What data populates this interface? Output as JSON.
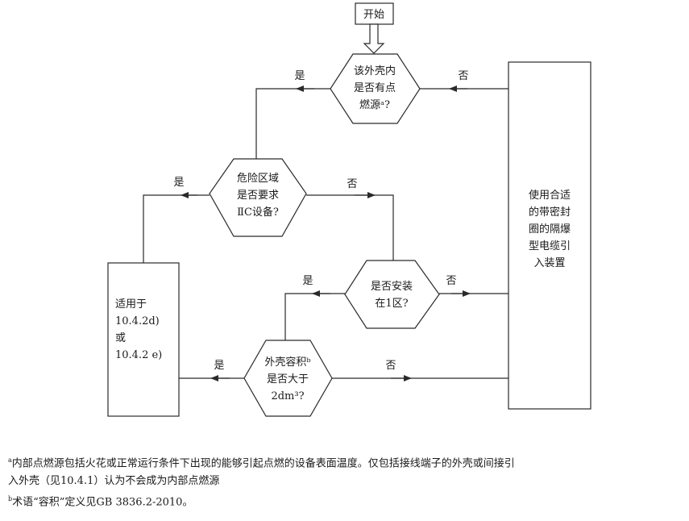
{
  "diagram": {
    "start": "开始",
    "decision_ignition": [
      "该外壳内",
      "是否有点",
      "燃源ᵃ?"
    ],
    "decision_hazard": [
      "危险区域",
      "是否要求",
      "ⅡC设备?"
    ],
    "decision_zone1": [
      "是否安装",
      "在1区?"
    ],
    "decision_volume": [
      "外壳容积ᵇ",
      "是否大于",
      "2dm³?"
    ],
    "box_applicable": [
      "适用于",
      "10.4.2d)",
      "或",
      "10.4.2 e)"
    ],
    "box_sealed": [
      "使用合适",
      "的带密封",
      "圈的隔爆",
      "型电缆引",
      "入装置"
    ],
    "labels": {
      "yes": "是",
      "no": "否"
    }
  },
  "footnotes": {
    "a_marker": "a",
    "a_text_1": "内部点燃源包括火花或正常运行条件下出现的能够引起点燃的设备表面温度。仅包括接线端子的外壳或间接引",
    "a_text_2": "入外壳（见10.4.1）认为不会成为内部点燃源",
    "b_marker": "b",
    "b_text": "术语“容积”定义见GB 3836.2-2010。"
  },
  "colors": {
    "line": "#2a2a2a",
    "text": "#1a1a1a",
    "background": "#ffffff"
  }
}
